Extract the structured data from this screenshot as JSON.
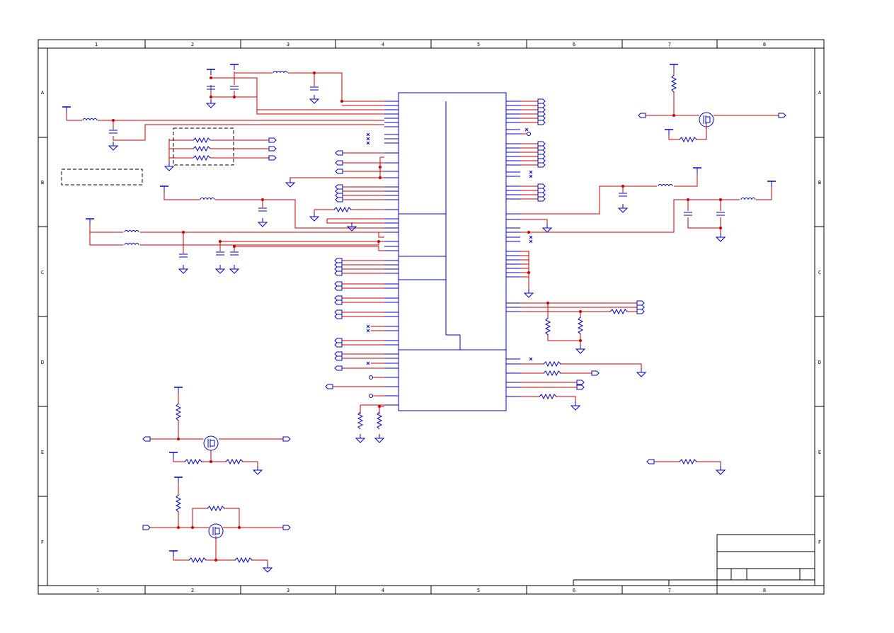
{
  "sheet": {
    "columns": [
      "1",
      "2",
      "3",
      "4",
      "5",
      "6",
      "7",
      "8"
    ],
    "rows": [
      "A",
      "B",
      "C",
      "D",
      "E",
      "F"
    ]
  },
  "colors": {
    "wire": "#cc0000",
    "component": "#0000cc",
    "frame": "#000000",
    "background": "#ffffff"
  },
  "icons": [
    "ground-symbol",
    "power-rail-symbol",
    "resistor-symbol",
    "inductor-symbol",
    "capacitor-symbol",
    "mosfet-symbol",
    "port-connector-symbol",
    "no-connect-marker"
  ]
}
